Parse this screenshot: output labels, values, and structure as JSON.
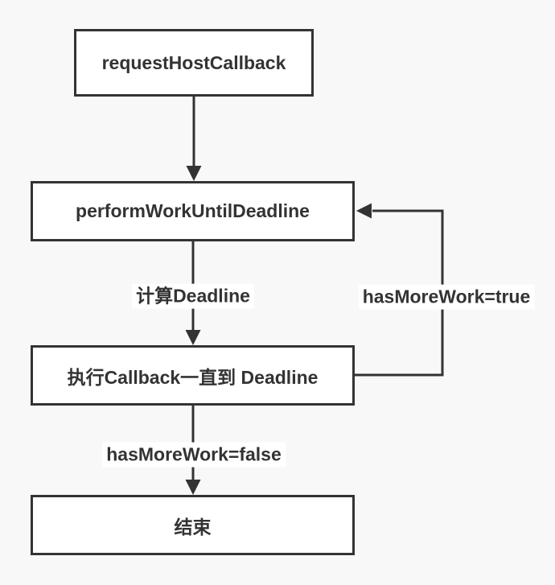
{
  "diagram": {
    "type": "flowchart",
    "background_color": "#f8f8f8",
    "node_fill": "#ffffff",
    "stroke_color": "#333333",
    "text_color": "#333333",
    "nodes": [
      {
        "id": "request-host-callback",
        "label": "requestHostCallback"
      },
      {
        "id": "perform-work-until-deadline",
        "label": "performWorkUntilDeadline"
      },
      {
        "id": "execute-callback-until-deadline",
        "label": "执行Callback一直到 Deadline"
      },
      {
        "id": "end",
        "label": "结束"
      }
    ],
    "edge_labels": [
      {
        "id": "compute-deadline",
        "label": "计算Deadline"
      },
      {
        "id": "has-more-work-true",
        "label": "hasMoreWork=true"
      },
      {
        "id": "has-more-work-false",
        "label": "hasMoreWork=false"
      }
    ],
    "edges": [
      {
        "from": "request-host-callback",
        "to": "perform-work-until-deadline",
        "label": ""
      },
      {
        "from": "perform-work-until-deadline",
        "to": "execute-callback-until-deadline",
        "label": "计算Deadline"
      },
      {
        "from": "execute-callback-until-deadline",
        "to": "perform-work-until-deadline",
        "label": "hasMoreWork=true"
      },
      {
        "from": "execute-callback-until-deadline",
        "to": "end",
        "label": "hasMoreWork=false"
      }
    ]
  }
}
